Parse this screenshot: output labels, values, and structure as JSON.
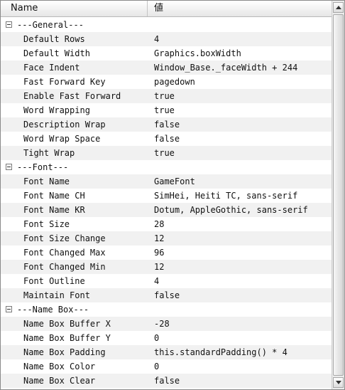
{
  "header": {
    "name_col": "Name",
    "value_col": "値"
  },
  "rows": [
    {
      "type": "group",
      "name": "---General---"
    },
    {
      "type": "prop",
      "name": "Default Rows",
      "value": "4"
    },
    {
      "type": "prop",
      "name": "Default Width",
      "value": "Graphics.boxWidth"
    },
    {
      "type": "prop",
      "name": "Face Indent",
      "value": "Window_Base._faceWidth + 244"
    },
    {
      "type": "prop",
      "name": "Fast Forward Key",
      "value": "pagedown"
    },
    {
      "type": "prop",
      "name": "Enable Fast Forward",
      "value": "true"
    },
    {
      "type": "prop",
      "name": "Word Wrapping",
      "value": "true"
    },
    {
      "type": "prop",
      "name": "Description Wrap",
      "value": "false"
    },
    {
      "type": "prop",
      "name": "Word Wrap Space",
      "value": "false"
    },
    {
      "type": "prop",
      "name": "Tight Wrap",
      "value": "true"
    },
    {
      "type": "group",
      "name": "---Font---"
    },
    {
      "type": "prop",
      "name": "Font Name",
      "value": "GameFont"
    },
    {
      "type": "prop",
      "name": "Font Name CH",
      "value": "SimHei, Heiti TC, sans-serif"
    },
    {
      "type": "prop",
      "name": "Font Name KR",
      "value": "Dotum, AppleGothic, sans-serif"
    },
    {
      "type": "prop",
      "name": "Font Size",
      "value": "28"
    },
    {
      "type": "prop",
      "name": "Font Size Change",
      "value": "12"
    },
    {
      "type": "prop",
      "name": "Font Changed Max",
      "value": "96"
    },
    {
      "type": "prop",
      "name": "Font Changed Min",
      "value": "12"
    },
    {
      "type": "prop",
      "name": "Font Outline",
      "value": "4"
    },
    {
      "type": "prop",
      "name": "Maintain Font",
      "value": "false"
    },
    {
      "type": "group",
      "name": "---Name Box---"
    },
    {
      "type": "prop",
      "name": "Name Box Buffer X",
      "value": "-28"
    },
    {
      "type": "prop",
      "name": "Name Box Buffer Y",
      "value": "0"
    },
    {
      "type": "prop",
      "name": "Name Box Padding",
      "value": "this.standardPadding() * 4"
    },
    {
      "type": "prop",
      "name": "Name Box Color",
      "value": "0"
    },
    {
      "type": "prop",
      "name": "Name Box Clear",
      "value": "false"
    }
  ]
}
